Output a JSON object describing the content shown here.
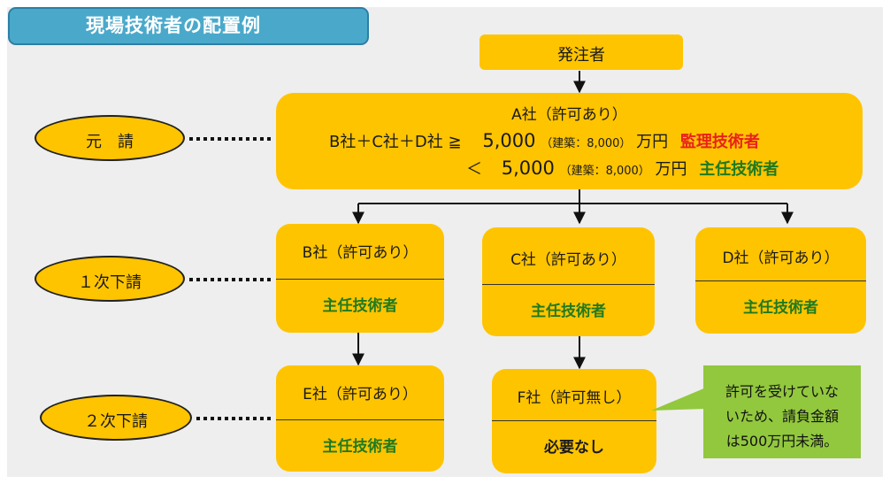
{
  "title": "現場技術者の配置例",
  "orderer": "発注者",
  "levels": {
    "prime": "元　請",
    "first_sub": "１次下請",
    "second_sub": "２次下請"
  },
  "company_a": {
    "name": "A社（許可あり）",
    "rule1_left": "B社＋C社＋D社 ≧",
    "rule1_amount": "5,000",
    "rule1_note": "（建築：8,000）",
    "rule1_unit": "万円",
    "rule1_role": "監理技術者",
    "rule2_op": "＜",
    "rule2_amount": "5,000",
    "rule2_note": "（建築：8,000）",
    "rule2_unit": "万円",
    "rule2_role": "主任技術者"
  },
  "first_level": [
    {
      "name": "B社（許可あり）",
      "role": "主任技術者"
    },
    {
      "name": "C社（許可あり）",
      "role": "主任技術者"
    },
    {
      "name": "D社（許可あり）",
      "role": "主任技術者"
    }
  ],
  "second_level": [
    {
      "name": "E社（許可あり）",
      "role": "主任技術者"
    },
    {
      "name": "F社（許可無し）",
      "role": "必要なし"
    }
  ],
  "note": {
    "line1": "許可を受けていな",
    "line2": "いため、請負金額",
    "line3": "は500万円未満。"
  },
  "colors": {
    "box": "#ffc400",
    "title_bg": "#4aa9cb",
    "green": "#1f7a1f",
    "red": "#e8221b",
    "note_bg": "#92c83e"
  }
}
